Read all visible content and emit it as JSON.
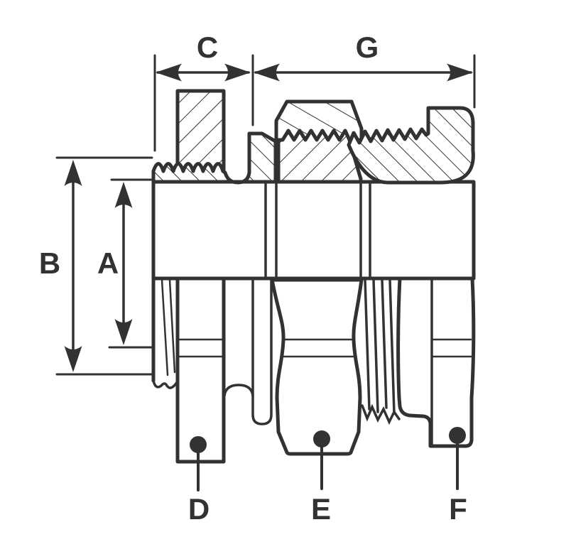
{
  "diagram": {
    "type": "cable-gland-cross-section",
    "dimensions": {
      "c": "C",
      "g": "G",
      "b": "B",
      "a": "A"
    },
    "leaders": {
      "d": "D",
      "e": "E",
      "f": "F"
    },
    "colors": {
      "line": "#323232",
      "background": "#ffffff"
    }
  }
}
